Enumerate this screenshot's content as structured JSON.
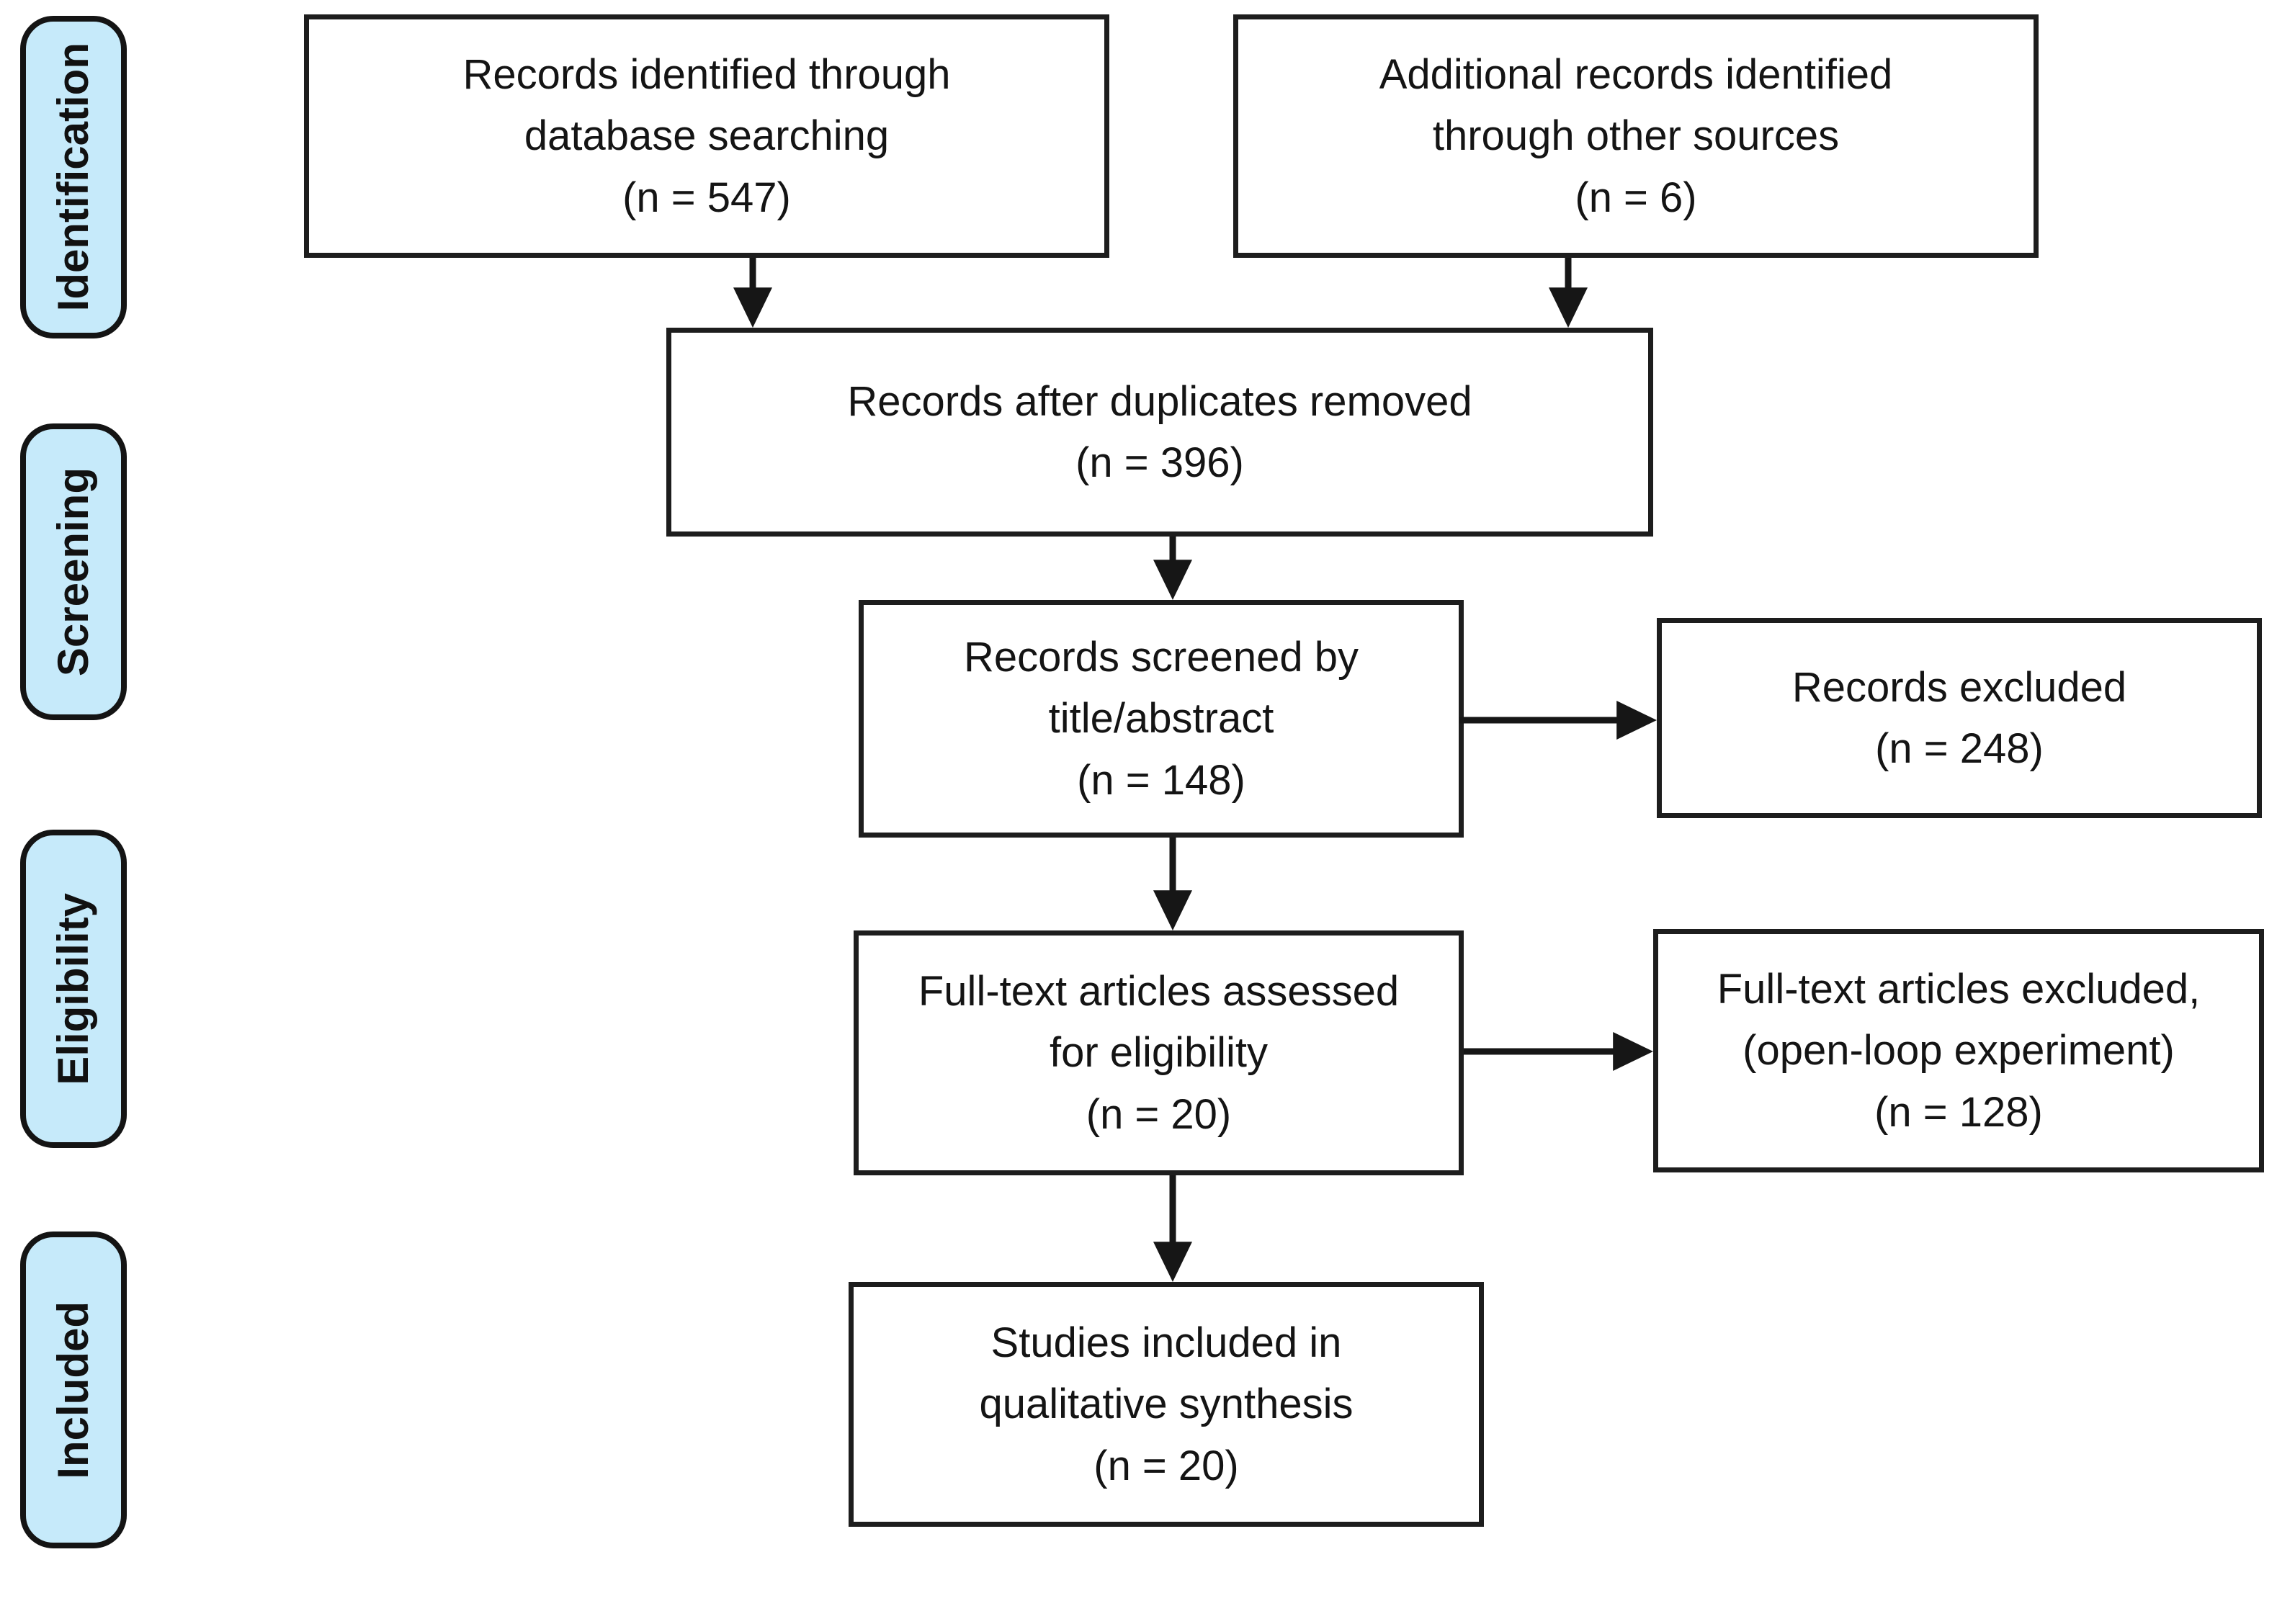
{
  "sidebar": {
    "items": [
      {
        "label": "Identification"
      },
      {
        "label": "Screening"
      },
      {
        "label": "Eligibility"
      },
      {
        "label": "Included"
      }
    ]
  },
  "boxes": {
    "identified_db": {
      "line1": "Records identified through",
      "line2": "database searching",
      "line3": "(n = 547)"
    },
    "other_sources": {
      "line1": "Additional records identified",
      "line2": "through other sources",
      "line3": "(n = 6)"
    },
    "duplicates_removed": {
      "line1": "Records after duplicates removed",
      "line2": "(n = 396)"
    },
    "screened": {
      "line1": "Records screened by",
      "line2": "title/abstract",
      "line3": "(n = 148)"
    },
    "records_excluded": {
      "line1": "Records excluded",
      "line2": "(n = 248)"
    },
    "fulltext_assessed": {
      "line1": "Full-text articles assessed",
      "line2": "for eligibility",
      "line3": "(n = 20)"
    },
    "fulltext_excluded": {
      "line1": "Full-text articles excluded,",
      "line2": "(open-loop experiment)",
      "line3": "(n = 128)"
    },
    "studies_included": {
      "line1": "Studies included in",
      "line2": "qualitative synthesis",
      "line3": "(n = 20)"
    }
  },
  "colors": {
    "stage_fill": "#c6eafa",
    "stage_border": "#141414",
    "box_border": "#1d1d1d",
    "arrow": "#161616",
    "text": "#141414"
  }
}
